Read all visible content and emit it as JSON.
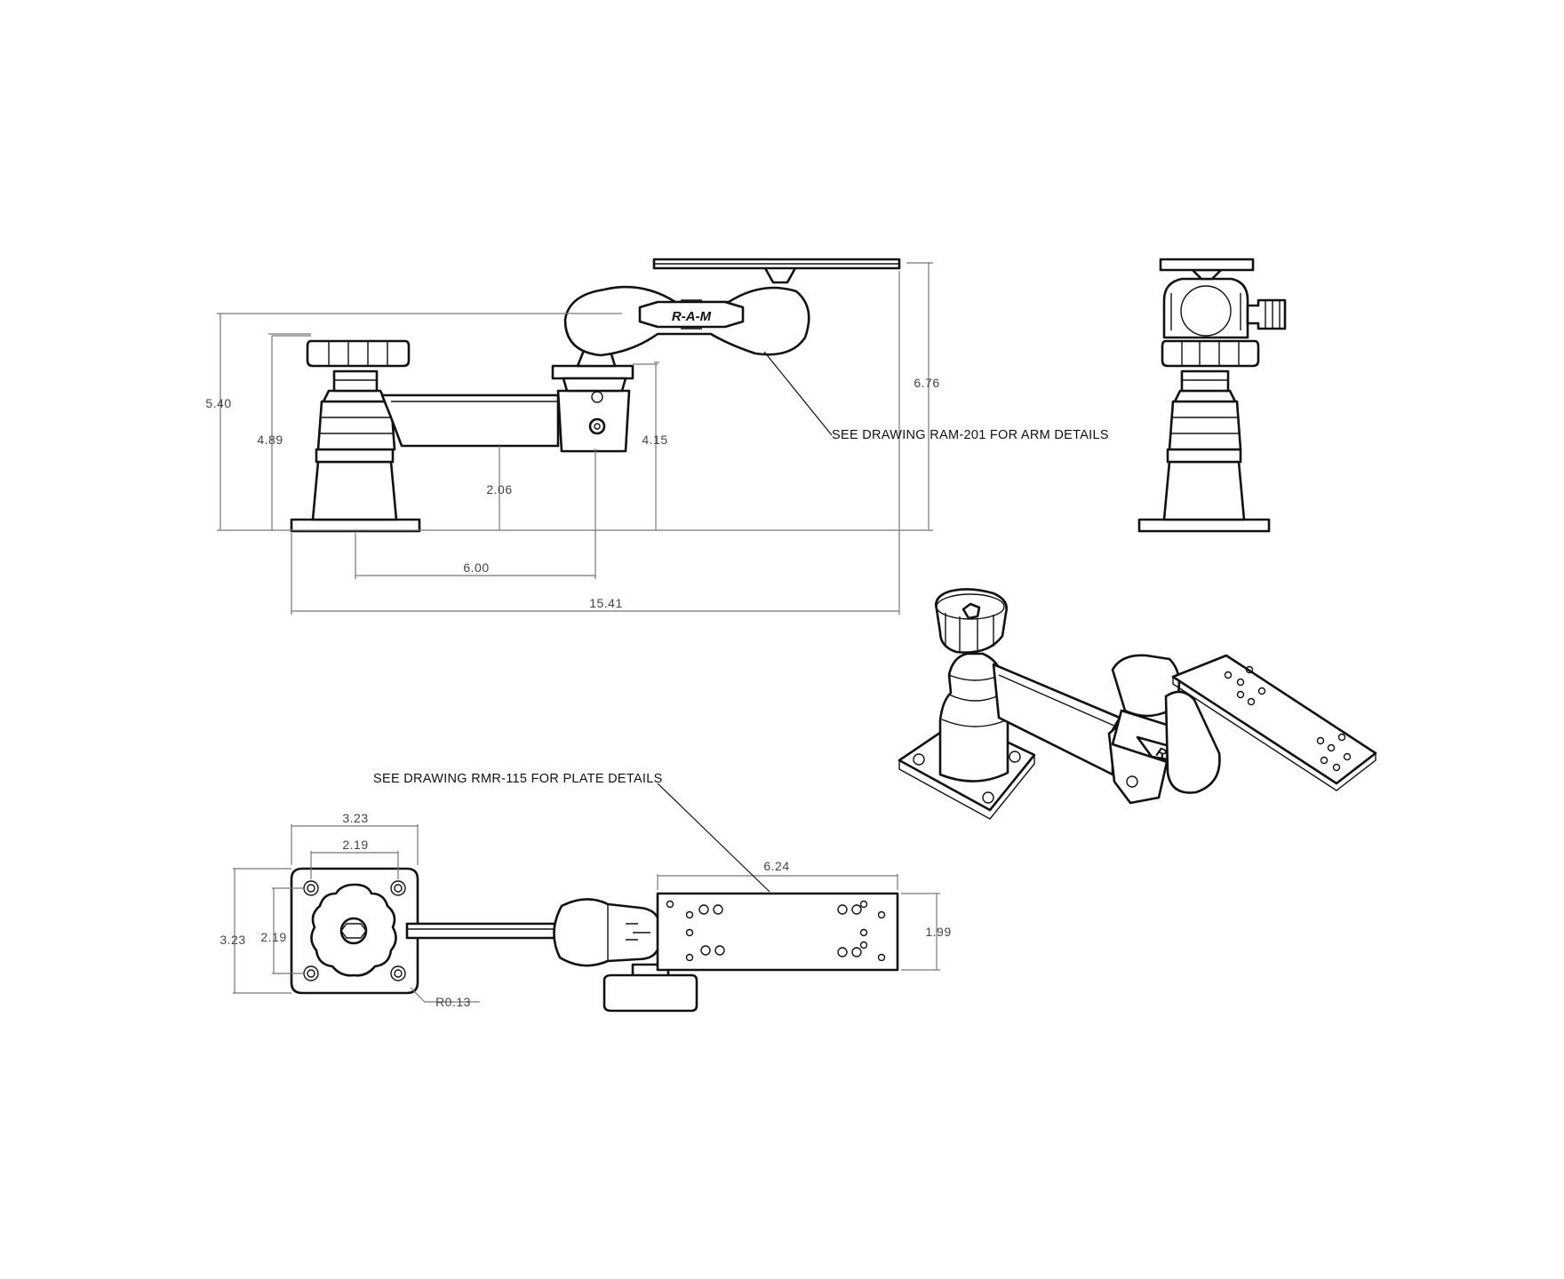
{
  "notes": {
    "arm_note": "SEE DRAWING RAM-201 FOR ARM DETAILS",
    "plate_note": "SEE DRAWING RMR-115 FOR PLATE DETAILS"
  },
  "logo_text": "R-A-M",
  "dimensions": {
    "height_overall": "5.40",
    "height_knob": "4.89",
    "height_arm": "4.15",
    "height_total": "6.76",
    "height_base_to_arm": "2.06",
    "arm_reach": "6.00",
    "length_overall": "15.41",
    "base_width": "3.23",
    "base_hole_spacing_x": "2.19",
    "base_height": "3.23",
    "base_hole_spacing_y": "2.19",
    "corner_radius": "R0.13",
    "plate_length": "6.24",
    "plate_width": "1.99"
  }
}
